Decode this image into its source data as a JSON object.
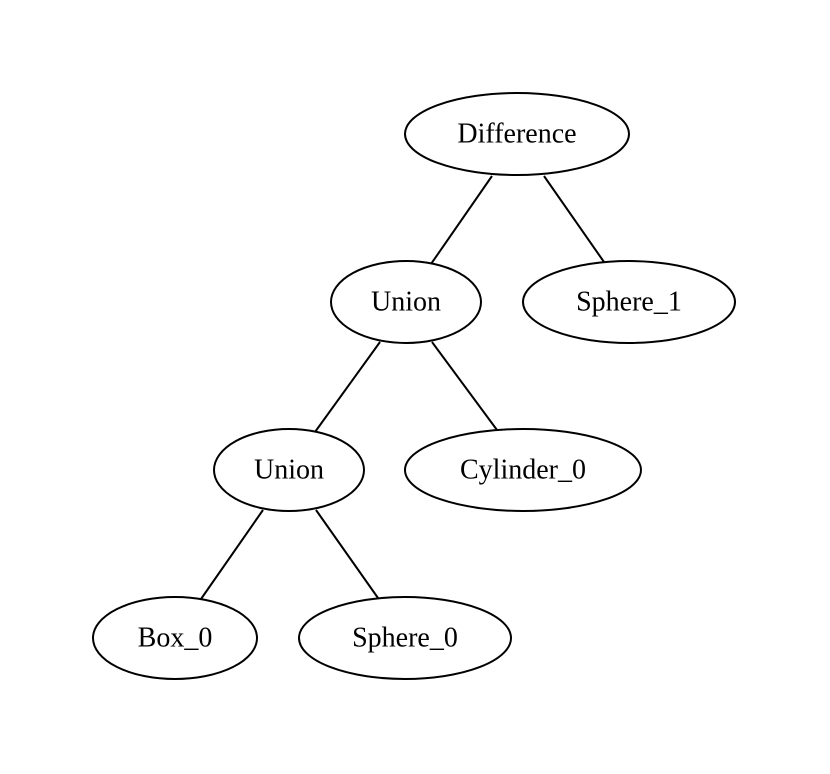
{
  "diagram": {
    "nodes": [
      {
        "id": "difference",
        "label": "Difference"
      },
      {
        "id": "union_top",
        "label": "Union"
      },
      {
        "id": "sphere_1",
        "label": "Sphere_1"
      },
      {
        "id": "union_bottom",
        "label": "Union"
      },
      {
        "id": "cylinder_0",
        "label": "Cylinder_0"
      },
      {
        "id": "box_0",
        "label": "Box_0"
      },
      {
        "id": "sphere_0",
        "label": "Sphere_0"
      }
    ],
    "edges": [
      {
        "from": "difference",
        "to": "union_top"
      },
      {
        "from": "difference",
        "to": "sphere_1"
      },
      {
        "from": "union_top",
        "to": "union_bottom"
      },
      {
        "from": "union_top",
        "to": "cylinder_0"
      },
      {
        "from": "union_bottom",
        "to": "box_0"
      },
      {
        "from": "union_bottom",
        "to": "sphere_0"
      }
    ]
  }
}
